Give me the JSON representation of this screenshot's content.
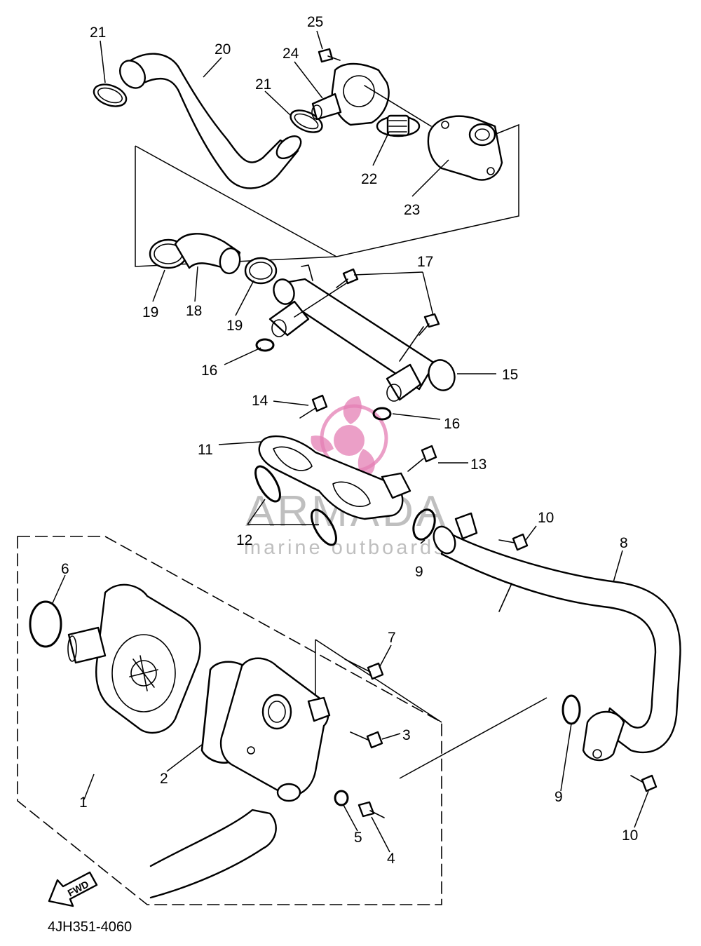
{
  "diagram_code": "4JH351-4060",
  "fwd_label": "FWD",
  "watermark": {
    "brand": "ARMADA",
    "tagline": "marine outboards",
    "logo_color": "#e47fb4"
  },
  "callouts": {
    "c1": "1",
    "c2": "2",
    "c3": "3",
    "c4": "4",
    "c5": "5",
    "c6": "6",
    "c7": "7",
    "c8": "8",
    "c9a": "9",
    "c9b": "9",
    "c10a": "10",
    "c10b": "10",
    "c11": "11",
    "c12": "12",
    "c13": "13",
    "c14": "14",
    "c15": "15",
    "c16a": "16",
    "c16b": "16",
    "c17": "17",
    "c18": "18",
    "c19a": "19",
    "c19b": "19",
    "c20": "20",
    "c21a": "21",
    "c21b": "21",
    "c22": "22",
    "c23": "23",
    "c24": "24",
    "c25": "25"
  }
}
